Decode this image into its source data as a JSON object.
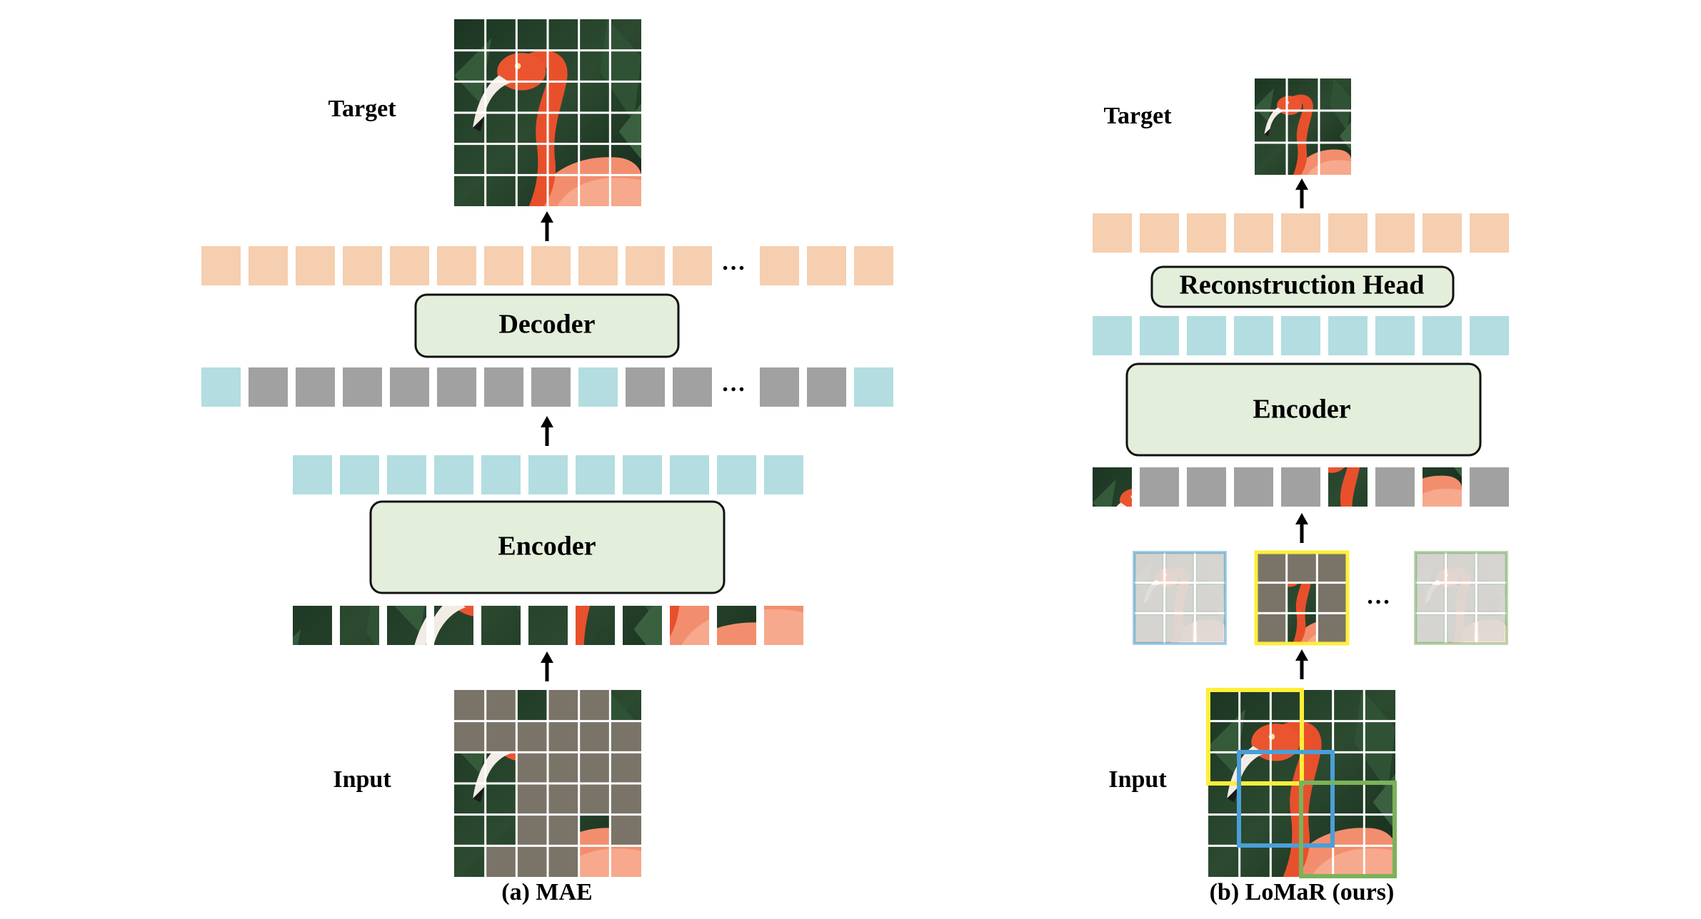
{
  "panels": {
    "mae": {
      "target_label": "Target",
      "decoder_label": "Decoder",
      "encoder_label": "Encoder",
      "input_label": "Input",
      "ellipsis": "…",
      "caption": "(a) MAE"
    },
    "lomar": {
      "target_label": "Target",
      "head_label": "Reconstruction Head",
      "encoder_label": "Encoder",
      "input_label": "Input",
      "ellipsis": "…",
      "caption": "(b) LoMaR (ours)"
    }
  },
  "colors": {
    "output_token": "#f5cfb0",
    "visible_token": "#b3dde0",
    "mask_token": "#a1a1a1",
    "block_fill": "#e3eedb",
    "masked_patch": "#7a7468",
    "window_yellow": "#ffee3a",
    "window_blue": "#4a9fd8",
    "window_green": "#7bb25a",
    "flamingo": "#e8502c",
    "plumage": "#f08a6a",
    "foliage": "#22402a"
  }
}
